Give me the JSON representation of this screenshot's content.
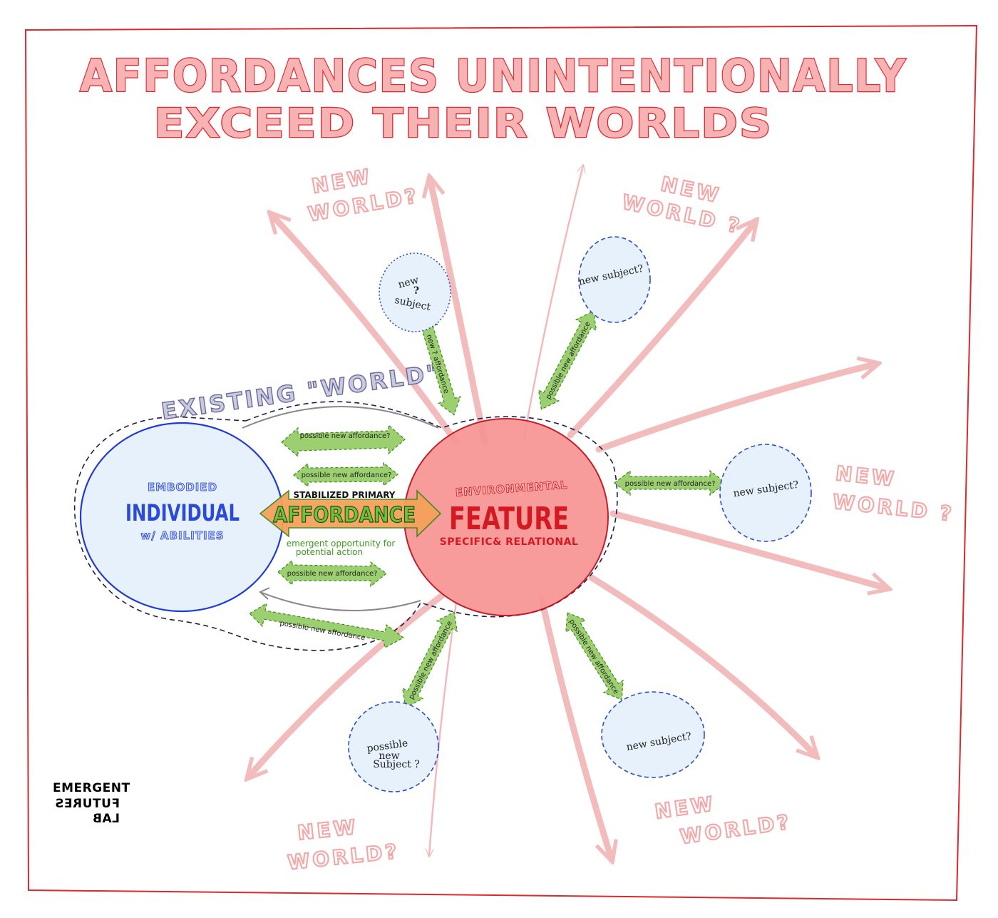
{
  "title": {
    "line1": "AFFORDANCES  UNINTENTIONALLY",
    "line2": "EXCEED   THEIR WORLDS"
  },
  "existing_world": "EXISTING \"WORLD\"",
  "individual": {
    "top": "EMBODIED",
    "main": "INDIVIDUAL",
    "bottom": "w/ ABILITIES"
  },
  "feature": {
    "top": "ENVIRONMENTAL",
    "main": "FEATURE",
    "bottom": "SPECIFIC& RELATIONAL"
  },
  "affordance": {
    "label_top": "STABILIZED PRIMARY",
    "main": "AFFORDANCE",
    "sub1": "emergent opportunity for",
    "sub2": "potential action"
  },
  "possible_new_affordance": "possible new affordance?",
  "possible_new_affordance_plain": "possible new affordance",
  "new_q_affordance": "new ? affordance",
  "new_worlds": {
    "line1": "NEW",
    "line2": "WORLD?",
    "line2_spaced": "WORLD ?"
  },
  "subjects": {
    "top_left": {
      "l1": "new",
      "l2": "?",
      "l3": "subject"
    },
    "top_right": "new subject?",
    "right": "new subject?",
    "bottom_left": {
      "l1": "possible",
      "l2": "new",
      "l3": "Subject ?"
    },
    "bottom_right": "new subject?"
  },
  "logo": {
    "l1": "EMERGENT",
    "l2": "FUTURES",
    "l3": "LAB"
  },
  "colors": {
    "border": "#e0262e",
    "title_fill": "#f7b3b3",
    "world_arrow": "#f2b1b1",
    "individual_fill": "#e6f1fb",
    "individual_stroke": "#1f3ad6",
    "feature_fill": "#f79696",
    "feature_stroke": "#c0141c",
    "affordance_arrow": "#9ccf6f",
    "affordance_orange": "#f6a15a",
    "subject_stroke": "#2a4fcf"
  }
}
